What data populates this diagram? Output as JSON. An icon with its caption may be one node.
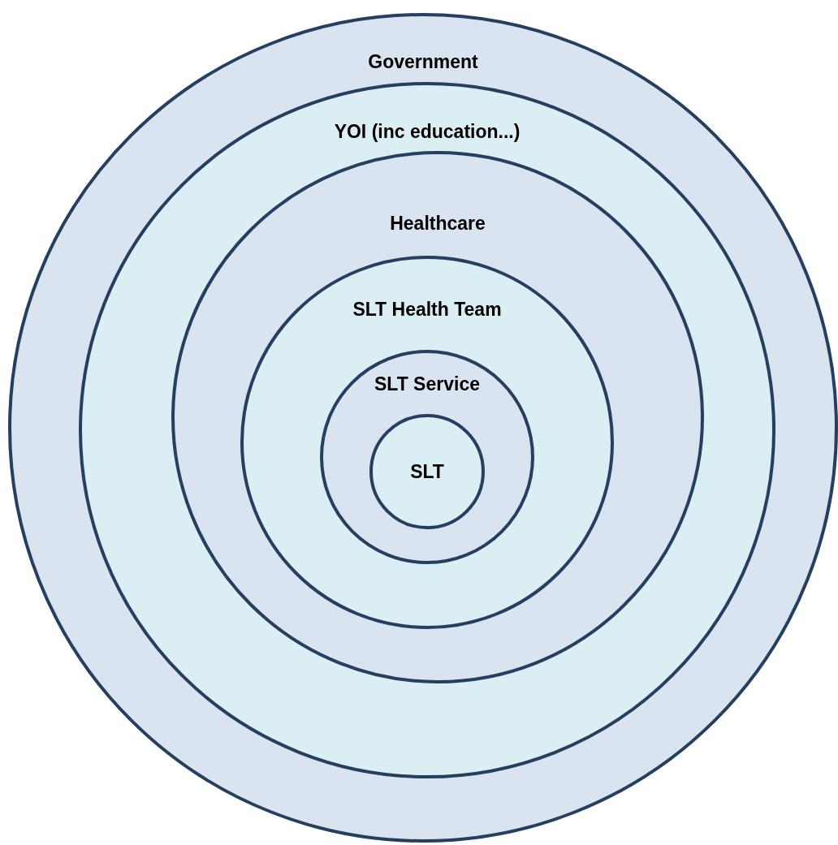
{
  "diagram": {
    "nodes": [
      {
        "text": [
          "Government"
        ]
      },
      {
        "text": [
          "YOI (inc education...)"
        ],
        "in": 0
      },
      {
        "text": [
          "Healthcare"
        ],
        "in": 1
      },
      {
        "text": [
          "SLT Health Team"
        ],
        "in": 2
      },
      {
        "text": [
          "SLT Service"
        ],
        "in": 3
      },
      {
        "text": [
          "SLT"
        ],
        "in": 4
      }
    ]
  }
}
